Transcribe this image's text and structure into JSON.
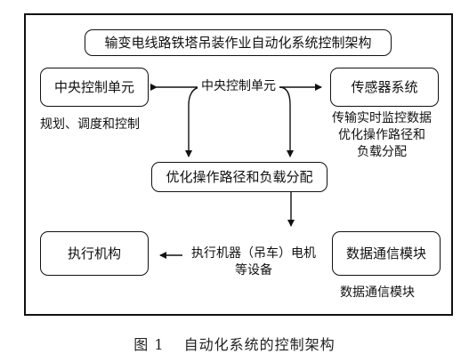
{
  "title": "输变电线路铁塔吊装作业自动化系统控制架构",
  "nodes": {
    "central_control": "中央控制单元",
    "sensor_system": "传感器系统",
    "optimize": "优化操作路径和负载分配",
    "actuator": "执行机构",
    "data_comm": "数据通信模块"
  },
  "edge_labels": {
    "central_link": "中央控制单元",
    "actuator_link_line1": "执行机器（吊车）电机",
    "actuator_link_line2": "等设备"
  },
  "annotations": {
    "central_desc": "规划、调度和控制",
    "sensor_desc_line1": "传输实时监控数据",
    "sensor_desc_line2": "优化操作路径和",
    "sensor_desc_line3": "负载分配",
    "data_comm_desc": "数据通信模块"
  },
  "caption": {
    "figure_no": "图 1",
    "text": "自动化系统的控制架构"
  }
}
